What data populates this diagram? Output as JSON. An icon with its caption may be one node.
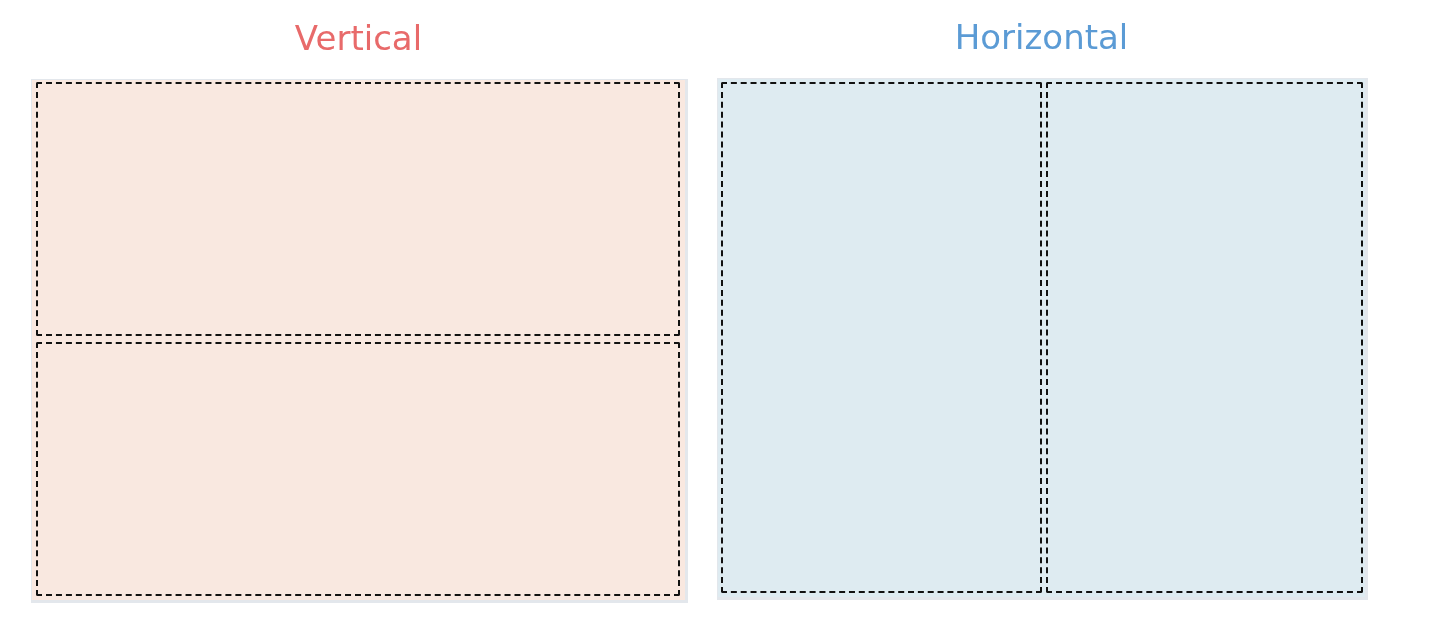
{
  "diagram": {
    "nodes": [
      {
        "text": [
          "Vertical"
        ]
      },
      {
        "text": [],
        "shape": "box",
        "in": 0
      },
      {
        "text": [],
        "shape": "box",
        "in": 0
      },
      {
        "text": [
          "Horizontal"
        ]
      },
      {
        "text": [],
        "shape": "box",
        "in": 3
      },
      {
        "text": [],
        "shape": "box",
        "in": 3
      }
    ],
    "edges": []
  }
}
